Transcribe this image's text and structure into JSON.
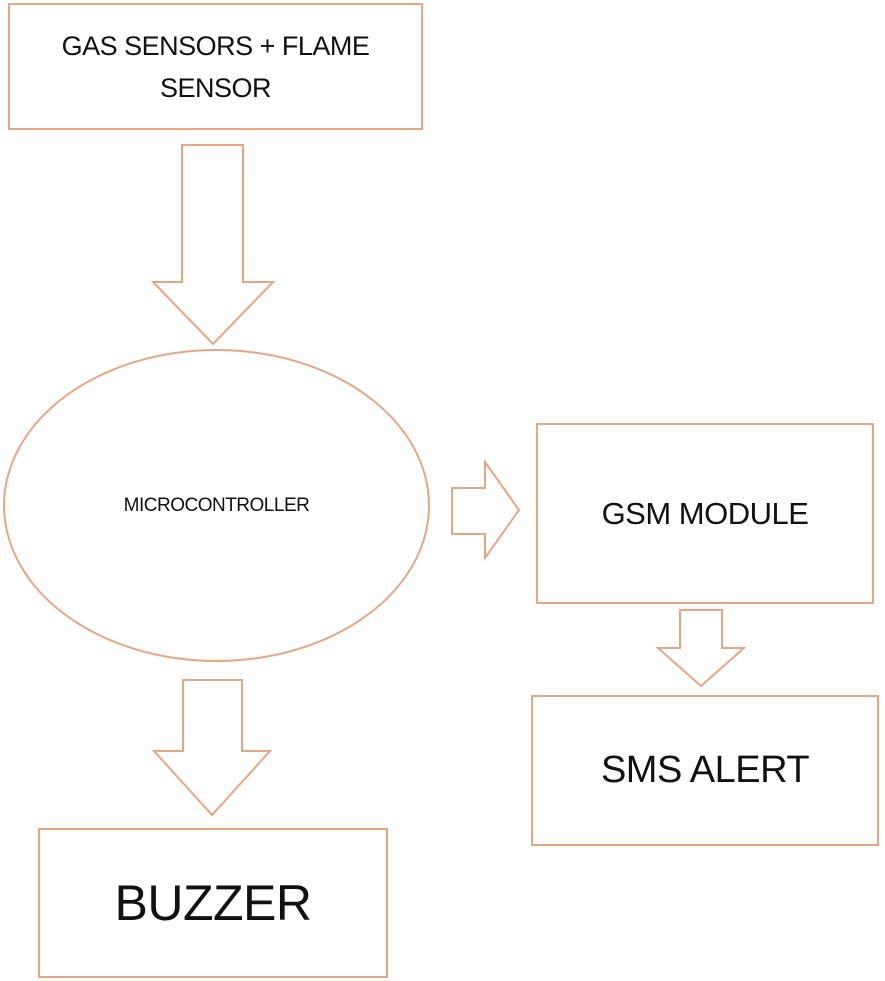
{
  "colors": {
    "stroke": "#e7a683",
    "background": "#ffffff",
    "text": "#111111"
  },
  "nodes": {
    "gas_sensors": "GAS SENSORS + FLAME SENSOR",
    "microcontroller": "MICROCONTROLLER",
    "gsm_module": "GSM MODULE",
    "sms_alert": "SMS ALERT",
    "buzzer": "BUZZER"
  },
  "edges": [
    {
      "from": "gas_sensors",
      "to": "microcontroller"
    },
    {
      "from": "microcontroller",
      "to": "gsm_module"
    },
    {
      "from": "gsm_module",
      "to": "sms_alert"
    },
    {
      "from": "microcontroller",
      "to": "buzzer"
    }
  ]
}
